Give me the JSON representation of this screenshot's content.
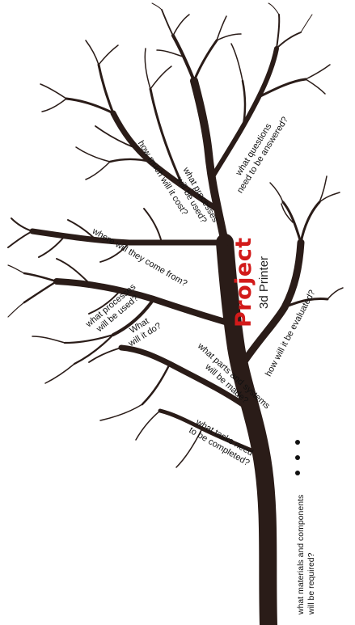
{
  "title": {
    "main": "Project",
    "sub": "3d Printer"
  },
  "questions": {
    "q_cost": "how much will it cost?",
    "q_processes_upper": "what processes\nwill be used?",
    "q_answered": "what questions\nneed to be answered?",
    "q_where": "where will they come from?",
    "q_processes_lower": "what processes\nwill be used?",
    "q_do": "What\nwill it do?",
    "q_parts": "what parts and systems\nwill be made?",
    "q_evaluated": "how will it be evaluated?",
    "q_tasks": "what tasks need\nto be completed?",
    "q_materials": "what materials and components\nwill be required?"
  },
  "colors": {
    "branch": "#2a1c18",
    "title_accent": "#d21a1a"
  }
}
